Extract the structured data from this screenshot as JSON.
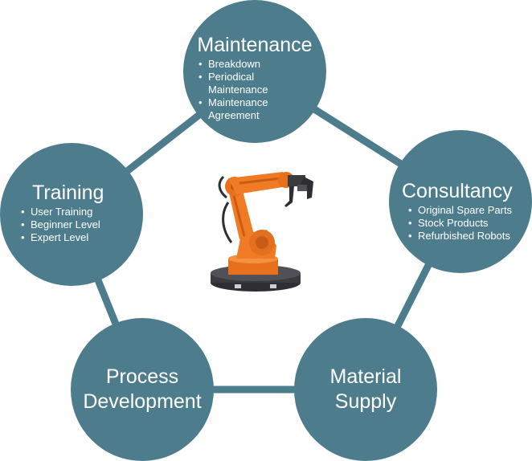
{
  "colors": {
    "node": "#4d7d8c",
    "connector": "#4d7d8c",
    "robot_orange": "#f07b24",
    "robot_dark": "#2f2f33"
  },
  "center_icon": "industrial-robot-arm",
  "nodes": {
    "maintenance": {
      "title": "Maintenance",
      "items": [
        "Breakdown",
        "Periodical Maintenance",
        "Maintenance Agreement"
      ]
    },
    "consultancy": {
      "title": "Consultancy",
      "items": [
        "Original Spare Parts",
        "Stock Products",
        "Refurbished Robots"
      ]
    },
    "training": {
      "title": "Training",
      "items": [
        "User Training",
        "Beginner Level",
        "Expert Level"
      ]
    },
    "process_development": {
      "title_line1": "Process",
      "title_line2": "Development"
    },
    "material_supply": {
      "title_line1": "Material",
      "title_line2": "Supply"
    }
  }
}
